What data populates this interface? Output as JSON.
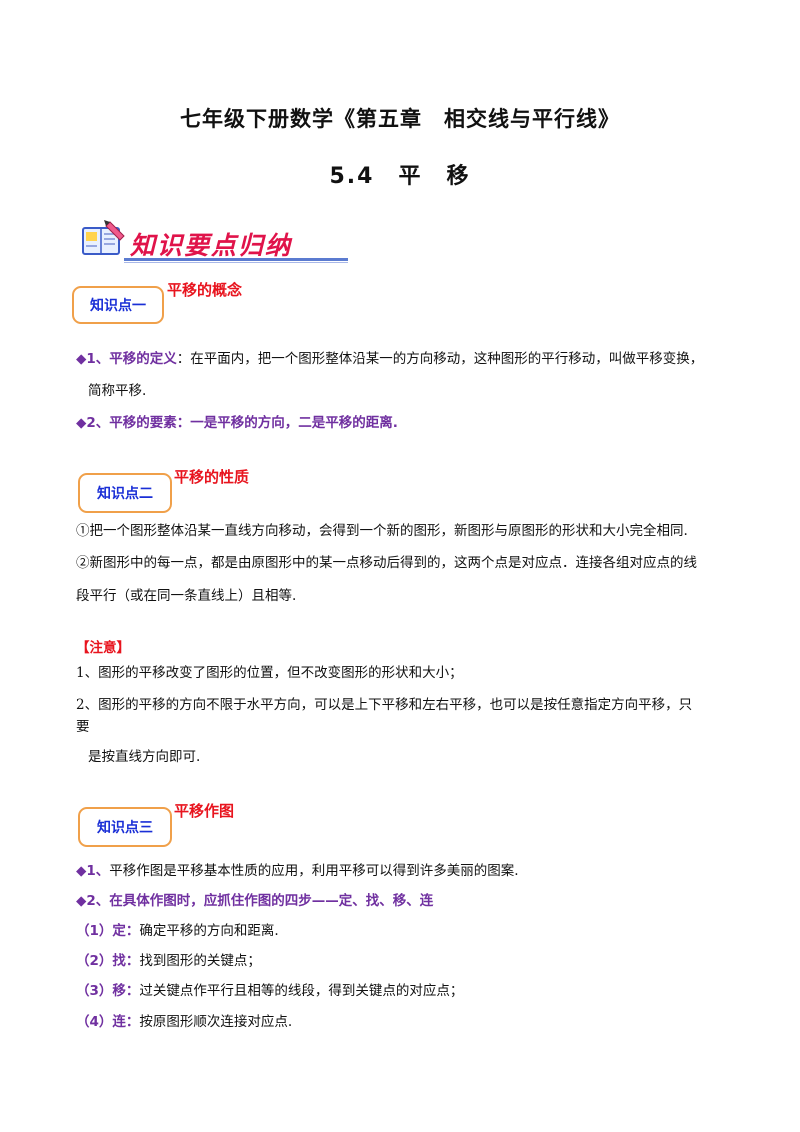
{
  "header": {
    "title": "七年级下册数学《第五章　相交线与平行线》",
    "subtitle": "5.4　平　移"
  },
  "banner": {
    "label": "知识要点归纳",
    "icon": "book-pencil-icon"
  },
  "sections": [
    {
      "box_label": "知识点一",
      "heading": "平移的概念",
      "lines": [
        {
          "bullet": "◆1、",
          "lead": "平移的定义",
          "text": "：在平面内，把一个图形整体沿某一的方向移动，这种图形的平行移动，叫做平移变换，"
        },
        {
          "text": "简称平移."
        },
        {
          "bullet": "◆2、",
          "lead": "平移的要素：一是平移的方向，二是平移的距离."
        }
      ]
    },
    {
      "box_label": "知识点二",
      "heading": "平移的性质",
      "lines": [
        {
          "text": "①把一个图形整体沿某一直线方向移动，会得到一个新的图形，新图形与原图形的形状和大小完全相同."
        },
        {
          "text": "②新图形中的每一点，都是由原图形中的某一点移动后得到的，这两个点是对应点．连接各组对应点的线"
        },
        {
          "text": "段平行（或在同一条直线上）且相等."
        }
      ]
    },
    {
      "note_label": "【注意】",
      "lines": [
        {
          "text": "1、图形的平移改变了图形的位置，但不改变图形的形状和大小；"
        },
        {
          "text": "2、图形的平移的方向不限于水平方向，可以是上下平移和左右平移，也可以是按任意指定方向平移，只"
        },
        {
          "text": "要"
        },
        {
          "text": "是按直线方向即可."
        }
      ]
    },
    {
      "box_label": "知识点三",
      "heading": "平移作图",
      "lines": [
        {
          "bullet": "◆1、",
          "text": "平移作图是平移基本性质的应用，利用平移可以得到许多美丽的图案."
        },
        {
          "bullet": "◆2、",
          "lead": "在具体作图时，应抓住作图的四步——定、找、移、连"
        },
        {
          "lead": "（1）定：",
          "text": "确定平移的方向和距离."
        },
        {
          "lead": "（2）找：",
          "text": "找到图形的关键点；"
        },
        {
          "lead": "（3）移：",
          "text": "过关键点作平行且相等的线段，得到关键点的对应点；"
        },
        {
          "lead": "（4）连：",
          "text": "按原图形顺次连接对应点."
        }
      ]
    }
  ],
  "colors": {
    "box_border": "#f0a04a",
    "box_text": "#1a2fd6",
    "heading_red": "#e8141e",
    "emphasis_purple": "#7030a0",
    "banner_text": "#e0134a"
  }
}
